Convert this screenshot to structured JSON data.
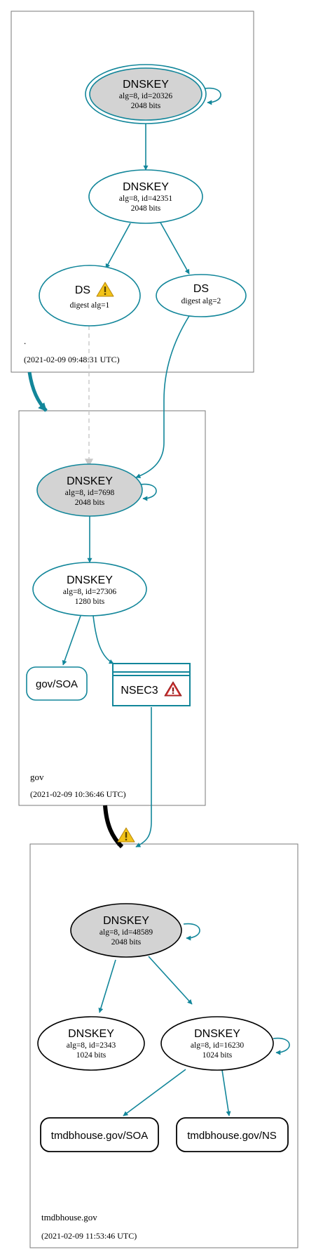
{
  "colors": {
    "teal": "#12869a",
    "gray_fill": "#d3d3d3",
    "dashed": "#c8c8c8",
    "warn_yellow": "#f2c318",
    "warn_red": "#d32f2f",
    "zone_border": "#7a7a7a"
  },
  "zones": {
    "root": {
      "name": ".",
      "timestamp": "(2021-02-09 09:48:31 UTC)"
    },
    "gov": {
      "name": "gov",
      "timestamp": "(2021-02-09 10:36:46 UTC)"
    },
    "tmdb": {
      "name": "tmdbhouse.gov",
      "timestamp": "(2021-02-09 11:53:46 UTC)"
    }
  },
  "nodes": {
    "root_ksk": {
      "title": "DNSKEY",
      "line1": "alg=8, id=20326",
      "line2": "2048 bits"
    },
    "root_zsk": {
      "title": "DNSKEY",
      "line1": "alg=8, id=42351",
      "line2": "2048 bits"
    },
    "ds1": {
      "title": "DS",
      "line1": "digest alg=1",
      "icon": "warning-icon"
    },
    "ds2": {
      "title": "DS",
      "line1": "digest alg=2"
    },
    "gov_ksk": {
      "title": "DNSKEY",
      "line1": "alg=8, id=7698",
      "line2": "2048 bits"
    },
    "gov_zsk": {
      "title": "DNSKEY",
      "line1": "alg=8, id=27306",
      "line2": "1280 bits"
    },
    "gov_soa": {
      "label": "gov/SOA"
    },
    "nsec3": {
      "label": "NSEC3",
      "icon": "error-icon"
    },
    "tmdb_ksk": {
      "title": "DNSKEY",
      "line1": "alg=8, id=48589",
      "line2": "2048 bits"
    },
    "tmdb_k2343": {
      "title": "DNSKEY",
      "line1": "alg=8, id=2343",
      "line2": "1024 bits"
    },
    "tmdb_k16230": {
      "title": "DNSKEY",
      "line1": "alg=8, id=16230",
      "line2": "1024 bits"
    },
    "tmdb_soa": {
      "label": "tmdbhouse.gov/SOA"
    },
    "tmdb_ns": {
      "label": "tmdbhouse.gov/NS"
    }
  },
  "delegation_warning_icon": "warning-icon"
}
